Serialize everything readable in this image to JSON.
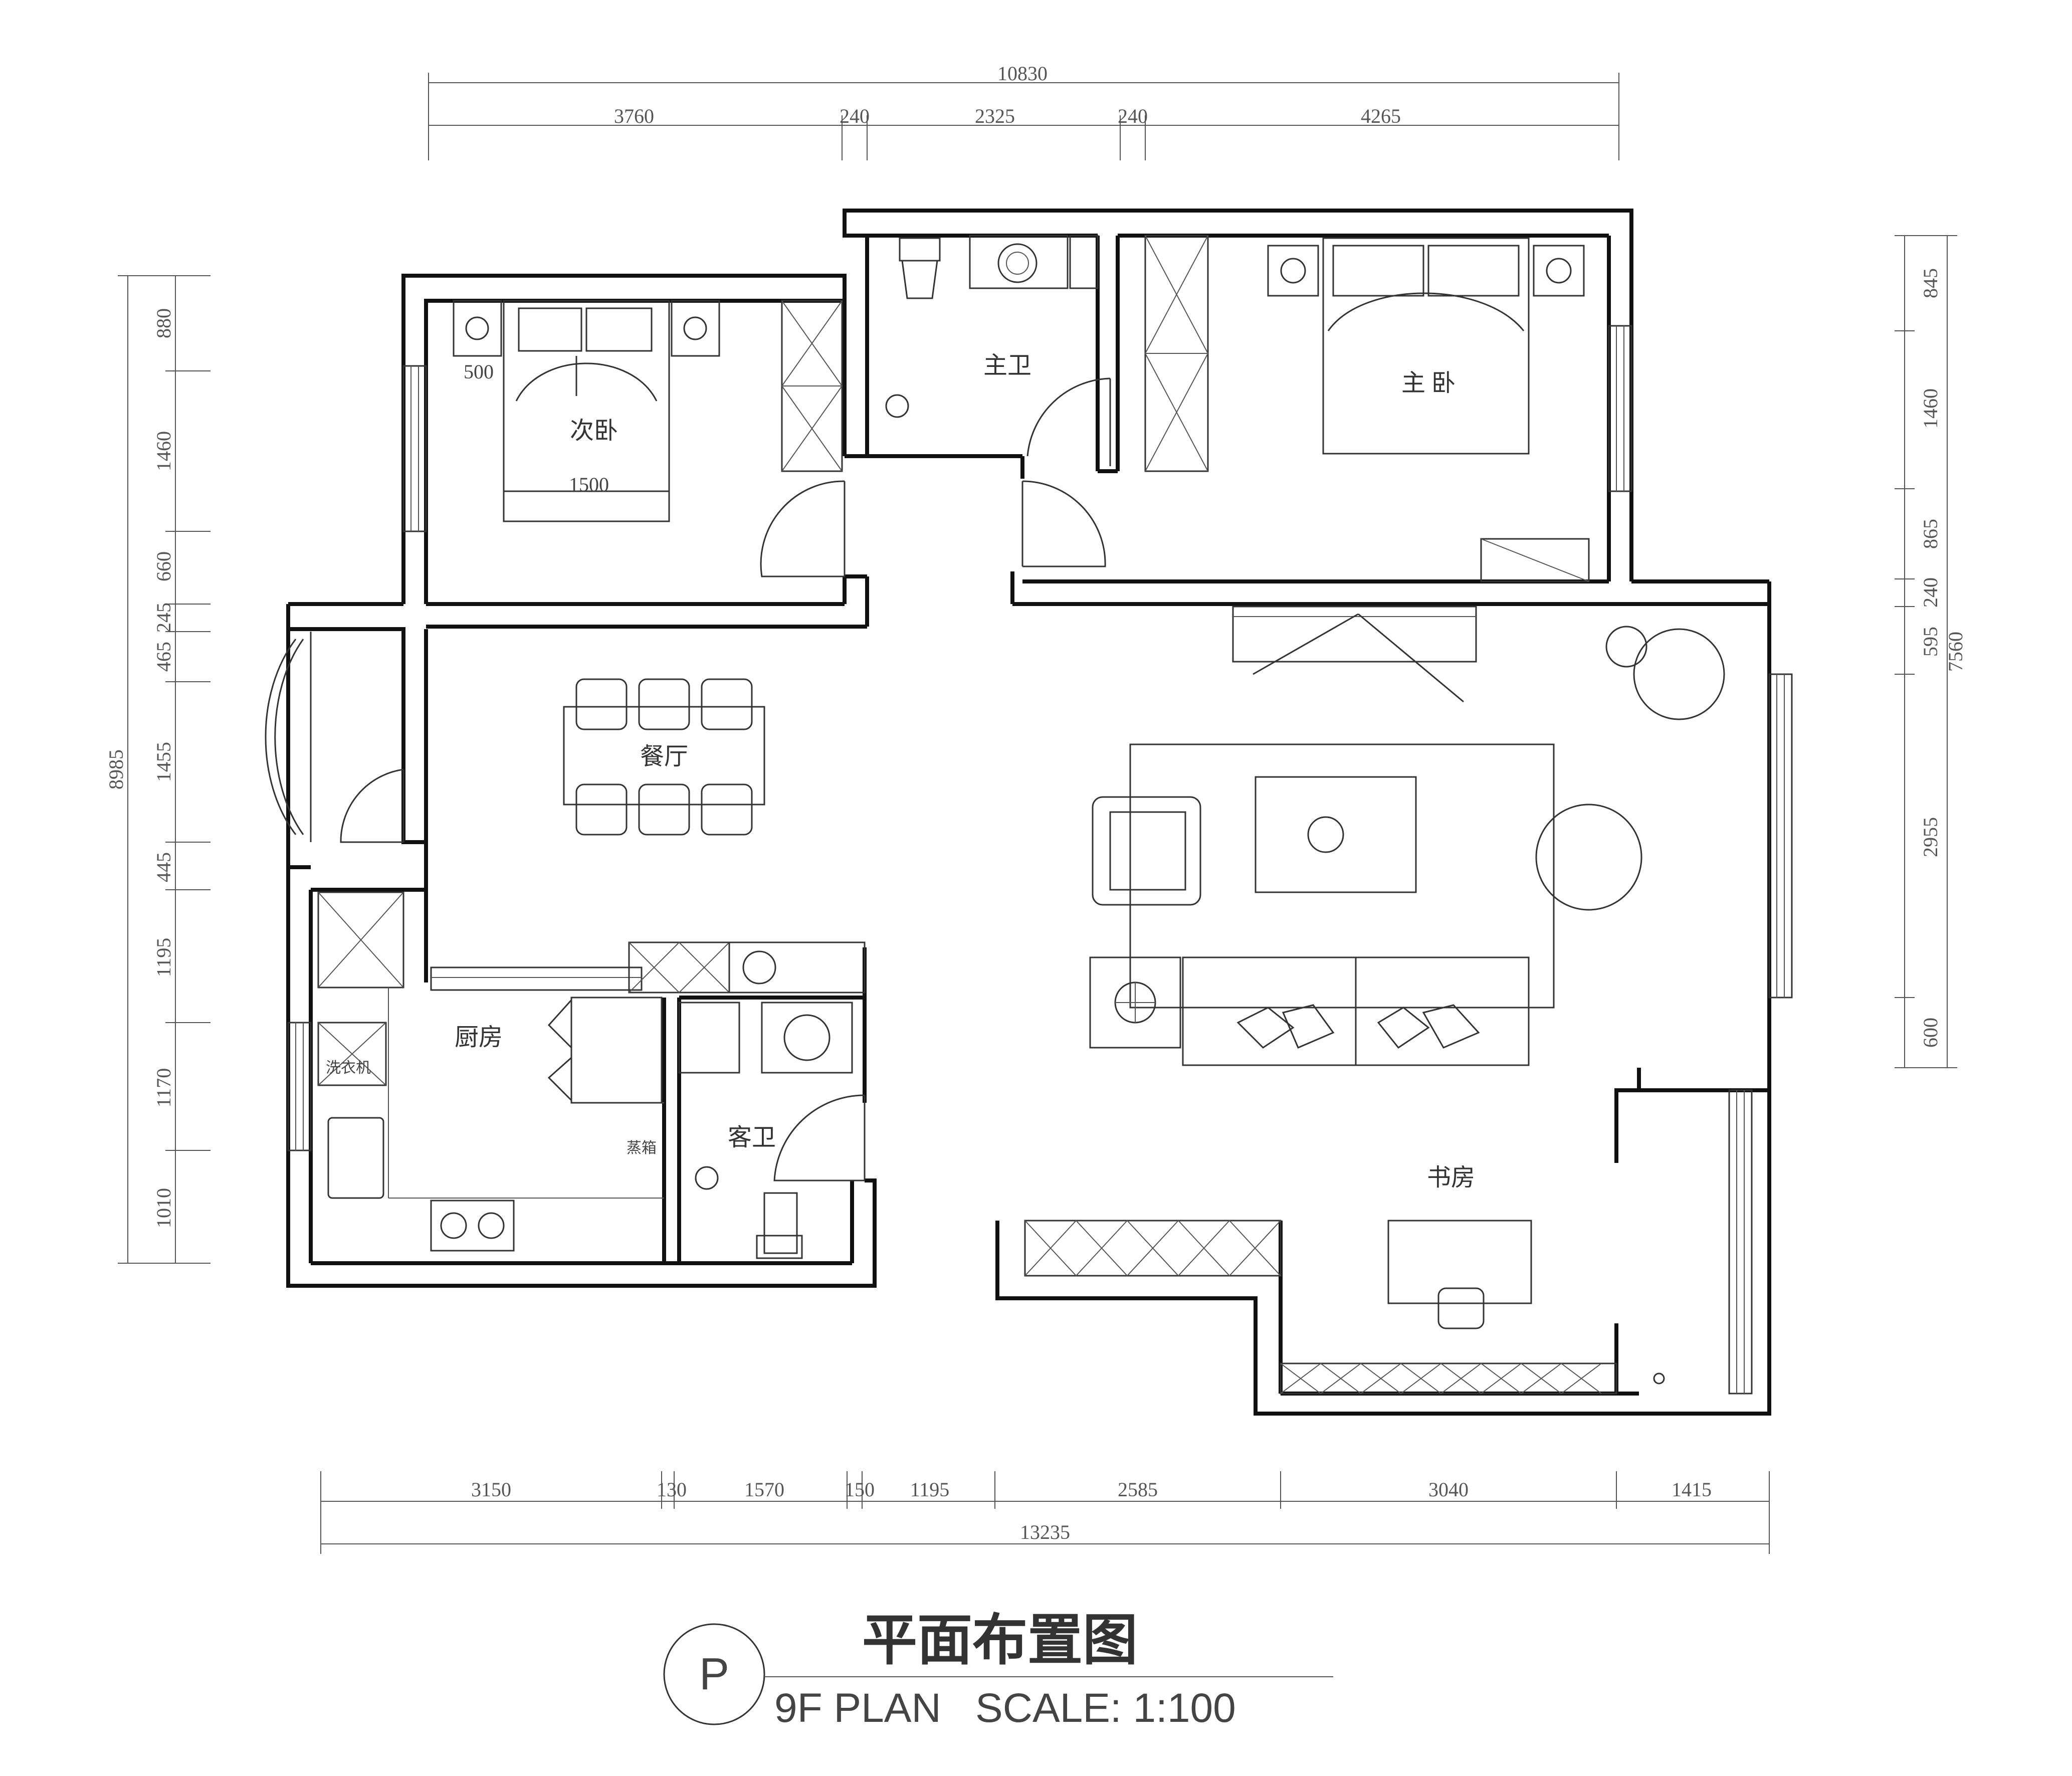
{
  "dimensions": {
    "top_total": "10830",
    "top_segments": [
      "3760",
      "240",
      "2325",
      "240",
      "4265"
    ],
    "bottom_total": "13235",
    "bottom_segments": [
      "3150",
      "130",
      "1570",
      "150",
      "1195",
      "2585",
      "3040",
      "1415"
    ],
    "left_total": "8985",
    "left_segments": [
      "880",
      "1460",
      "660",
      "245",
      "465",
      "1455",
      "445",
      "1195",
      "1170",
      "1010"
    ],
    "right_total": "7560",
    "right_segments": [
      "845",
      "1460",
      "865",
      "240",
      "595",
      "2955",
      "600"
    ]
  },
  "rooms": {
    "second_bedroom": "次卧",
    "master_bath": "主卫",
    "master_bedroom": "主 卧",
    "dining": "餐厅",
    "kitchen": "厨房",
    "guest_bath": "客卫",
    "study": "书房"
  },
  "annotations": {
    "bed_width": "1500",
    "offset_500": "500",
    "washing_machine": "洗衣机",
    "steamer": "蒸箱"
  },
  "title": {
    "symbol": "P",
    "chinese": "平面布置图",
    "english": "9F PLAN   SCALE: 1:100"
  }
}
